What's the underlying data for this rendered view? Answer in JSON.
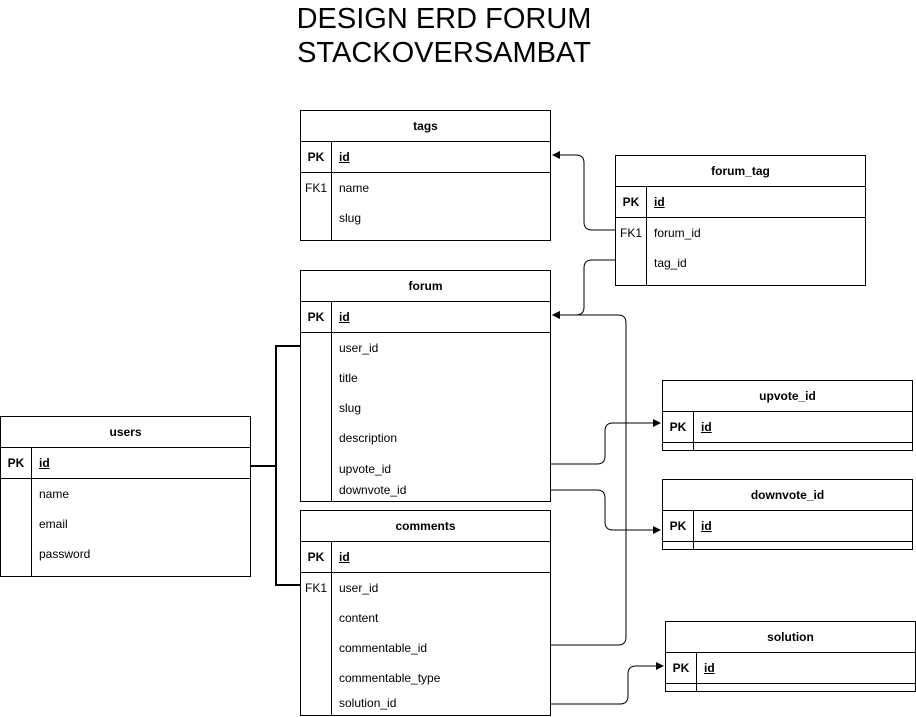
{
  "title": {
    "line1": "DESIGN ERD FORUM",
    "line2": "STACKOVERSAMBAT"
  },
  "tables": {
    "tags": {
      "name": "tags",
      "rows": [
        {
          "key": "PK",
          "field": "id"
        },
        {
          "key": "FK1",
          "field": "name"
        },
        {
          "key": "",
          "field": "slug"
        }
      ]
    },
    "forum_tag": {
      "name": "forum_tag",
      "rows": [
        {
          "key": "PK",
          "field": "id"
        },
        {
          "key": "FK1",
          "field": "forum_id"
        },
        {
          "key": "",
          "field": "tag_id"
        }
      ]
    },
    "forum": {
      "name": "forum",
      "rows": [
        {
          "key": "PK",
          "field": "id"
        },
        {
          "key": "",
          "field": "user_id"
        },
        {
          "key": "",
          "field": "title"
        },
        {
          "key": "",
          "field": "slug"
        },
        {
          "key": "",
          "field": "description"
        },
        {
          "key": "",
          "field": "upvote_id"
        },
        {
          "key": "",
          "field": "downvote_id"
        }
      ]
    },
    "users": {
      "name": "users",
      "rows": [
        {
          "key": "PK",
          "field": "id"
        },
        {
          "key": "",
          "field": "name"
        },
        {
          "key": "",
          "field": "email"
        },
        {
          "key": "",
          "field": "password"
        }
      ]
    },
    "comments": {
      "name": "comments",
      "rows": [
        {
          "key": "PK",
          "field": "id"
        },
        {
          "key": "FK1",
          "field": "user_id"
        },
        {
          "key": "",
          "field": "content"
        },
        {
          "key": "",
          "field": "commentable_id"
        },
        {
          "key": "",
          "field": "commentable_type"
        },
        {
          "key": "",
          "field": "solution_id"
        }
      ]
    },
    "upvote_id": {
      "name": "upvote_id",
      "rows": [
        {
          "key": "PK",
          "field": "id"
        }
      ]
    },
    "downvote_id": {
      "name": "downvote_id",
      "rows": [
        {
          "key": "PK",
          "field": "id"
        }
      ]
    },
    "solution": {
      "name": "solution",
      "rows": [
        {
          "key": "PK",
          "field": "id"
        }
      ]
    }
  }
}
